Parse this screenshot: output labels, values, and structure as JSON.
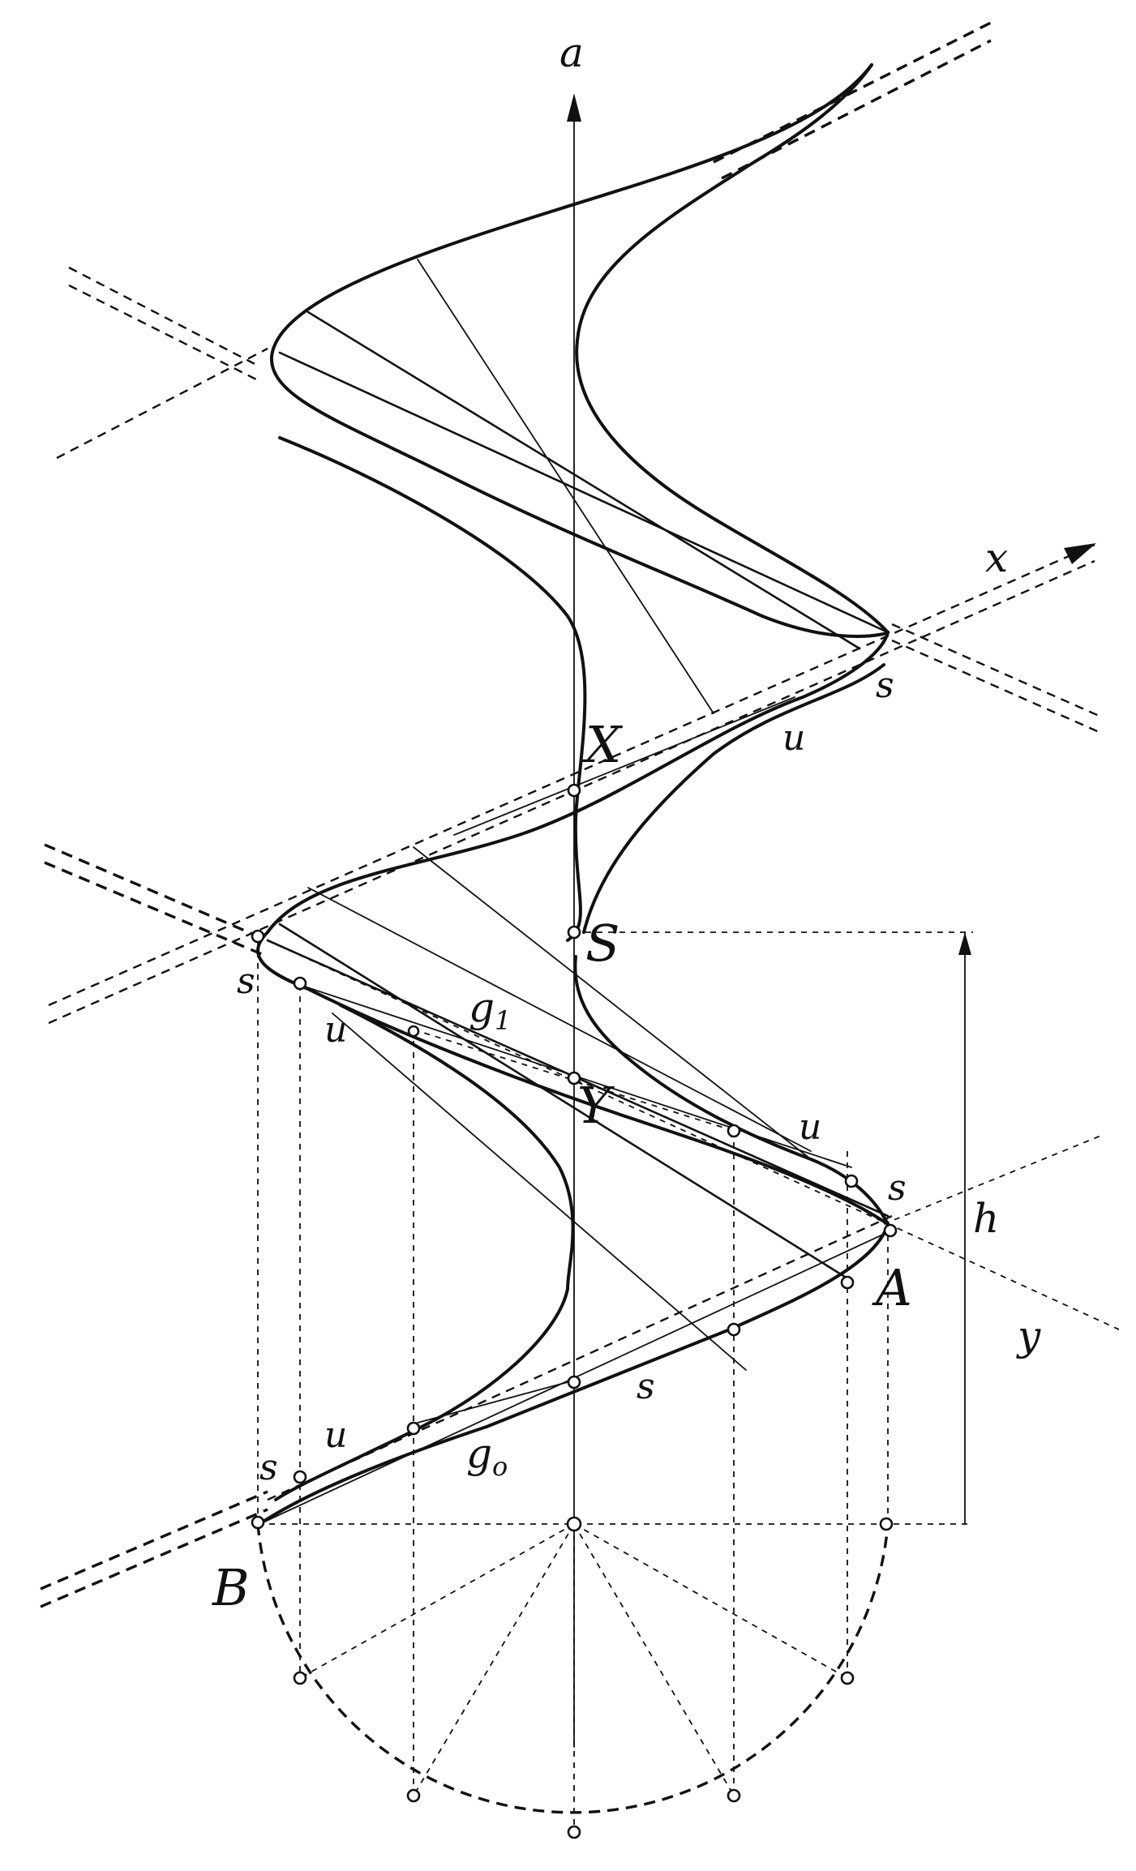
{
  "labels": {
    "a": "a",
    "x": "x",
    "y": "y",
    "h": "h",
    "X": "X",
    "Y": "Y",
    "S": "S",
    "A": "A",
    "B": "B",
    "g1": "g",
    "g1_sub": "1",
    "g0": "g",
    "g0_sub": "o",
    "s": "s",
    "u": "u"
  }
}
